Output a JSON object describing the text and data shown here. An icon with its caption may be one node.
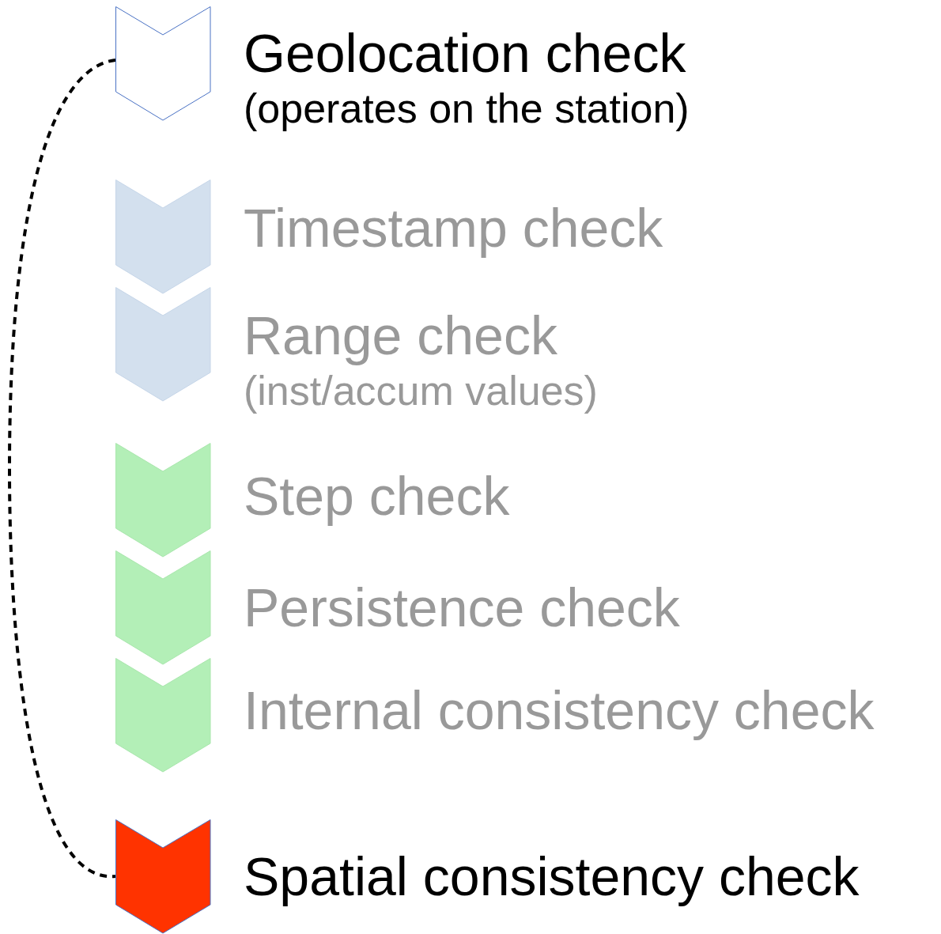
{
  "diagram": {
    "nodes": [
      {
        "text": [
          "Geolocation check",
          "(operates on the station)"
        ]
      },
      {
        "text": [
          "Timestamp check"
        ]
      },
      {
        "text": [
          "Range check",
          "(inst/accum values)"
        ]
      },
      {
        "text": [
          "Step check"
        ]
      },
      {
        "text": [
          "Persistence check"
        ]
      },
      {
        "text": [
          "Internal consistency check"
        ]
      },
      {
        "text": [
          "Spatial consistency check"
        ]
      }
    ],
    "edges": [
      {
        "from": 0,
        "to": 6,
        "arrow": "none",
        "style": "dashed"
      }
    ]
  }
}
